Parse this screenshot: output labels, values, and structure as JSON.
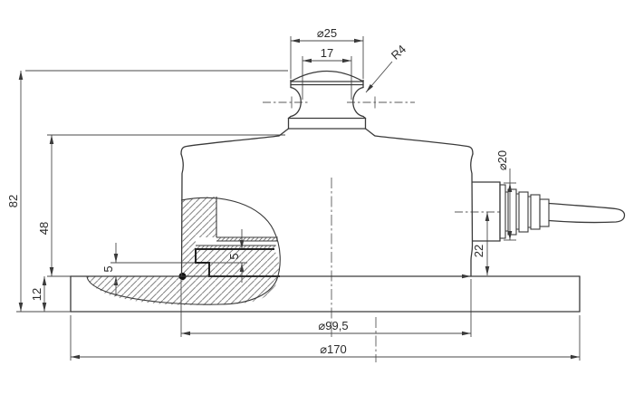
{
  "drawing": {
    "type": "engineering-drawing",
    "subject": "compression load cell side section view",
    "background_color": "#ffffff",
    "line_color": "#3a3a3a",
    "text_color": "#2a2a2a",
    "dimensions": {
      "top_cap_diameter": "⌀25",
      "cap_flat_width": "17",
      "cap_groove_radius": "R4",
      "total_height": "82",
      "body_height": "48",
      "base_thickness": "12",
      "clearance_left": "5",
      "clearance_right": "5",
      "connector_diameter": "⌀20",
      "connector_center_height": "22",
      "body_diameter": "⌀99,5",
      "base_diameter": "⌀170"
    }
  }
}
